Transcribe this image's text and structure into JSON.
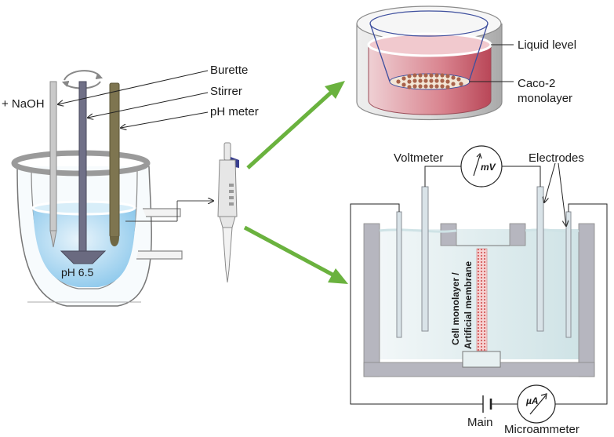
{
  "labels": {
    "naoh": "+ NaOH",
    "burette": "Burette",
    "stirrer": "Stirrer",
    "ph_meter": "pH meter",
    "ph_value": "pH 6.5",
    "liquid_level": "Liquid level",
    "caco2_line1": "Caco-2",
    "caco2_line2": "monolayer",
    "voltmeter": "Voltmeter",
    "mv": "mV",
    "electrodes": "Electrodes",
    "membrane_line1": "Cell monolayer /",
    "membrane_line2": "Artificial membrane",
    "main": "Main",
    "ua": "µA",
    "microammeter": "Microammeter"
  },
  "colors": {
    "arrow_green": "#6ab23e",
    "liquid_blue": "#8ec9ec",
    "well_red": "#c95a68",
    "chamber_gray": "#b6b6bf",
    "membrane_red": "#e58a8a"
  }
}
